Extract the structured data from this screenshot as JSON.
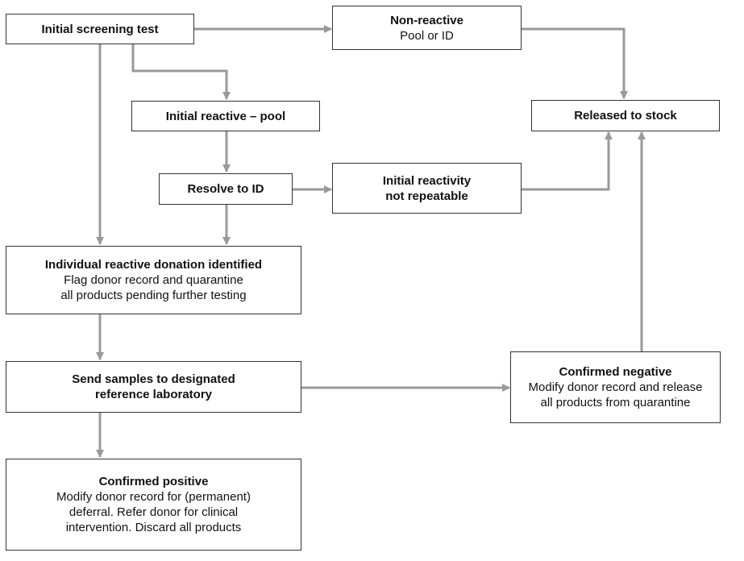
{
  "diagram": {
    "line_color": "#999999",
    "nodes": {
      "initial_screening": {
        "title": "Initial screening test"
      },
      "non_reactive": {
        "title": "Non-reactive",
        "lines": [
          "Pool or ID"
        ]
      },
      "released": {
        "title": "Released to stock"
      },
      "initial_reactive_pool": {
        "title": "Initial reactive – pool"
      },
      "resolve_id": {
        "title": "Resolve to ID"
      },
      "not_repeatable": {
        "title_lines": [
          "Initial reactivity",
          "not repeatable"
        ]
      },
      "individual_reactive": {
        "title": "Individual reactive donation identified",
        "lines": [
          "Flag donor record and quarantine",
          "all products pending further testing"
        ]
      },
      "send_samples": {
        "title_lines": [
          "Send samples to designated",
          "reference laboratory"
        ]
      },
      "confirmed_negative": {
        "title": "Confirmed negative",
        "lines": [
          "Modify donor record and release",
          "all products from quarantine"
        ]
      },
      "confirmed_positive": {
        "title": "Confirmed positive",
        "lines": [
          "Modify donor record for (permanent)",
          "deferral. Refer donor for clinical",
          "intervention. Discard all products"
        ]
      }
    }
  }
}
